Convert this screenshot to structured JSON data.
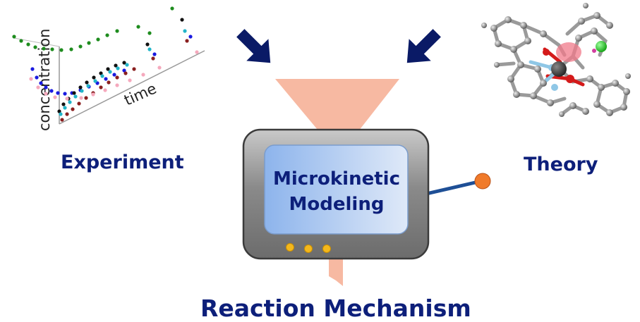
{
  "labels": {
    "experiment": "Experiment",
    "theory": "Theory",
    "result": "Reaction Mechanism",
    "model_line1": "Microkinetic",
    "model_line2": "Modeling"
  },
  "plot": {
    "xlabel": "time",
    "ylabel": "concentration"
  },
  "colors": {
    "label_text": "#0d1f7a",
    "arrow": "#0a1a66",
    "funnel": "#f7b9a2",
    "device_body": "#7a7a7a",
    "screen": "#a7c6f0",
    "lever_ball": "#f07a2a",
    "button": "#f4b81c"
  },
  "icons": [
    "arrow-down-right-icon",
    "arrow-down-left-icon",
    "funnel-icon",
    "computer-icon",
    "molecule-icon",
    "lever-knob-icon"
  ]
}
